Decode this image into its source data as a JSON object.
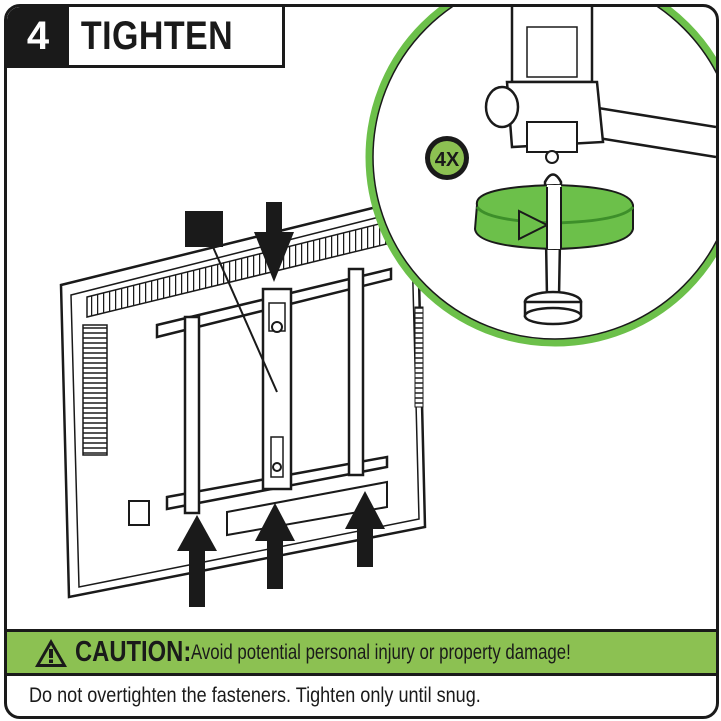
{
  "step": {
    "number": "4",
    "title": "TIGHTEN"
  },
  "detail": {
    "count_badge": "4X"
  },
  "caution": {
    "label": "CAUTION:",
    "text": "Avoid potential personal injury or property damage!",
    "icon": "warning-triangle-icon"
  },
  "note": "Do not overtighten the fasteners. Tighten only until snug.",
  "colors": {
    "accent_green": "#8cc152",
    "ring_green": "#6cc04a",
    "ink": "#1a1a1a"
  }
}
